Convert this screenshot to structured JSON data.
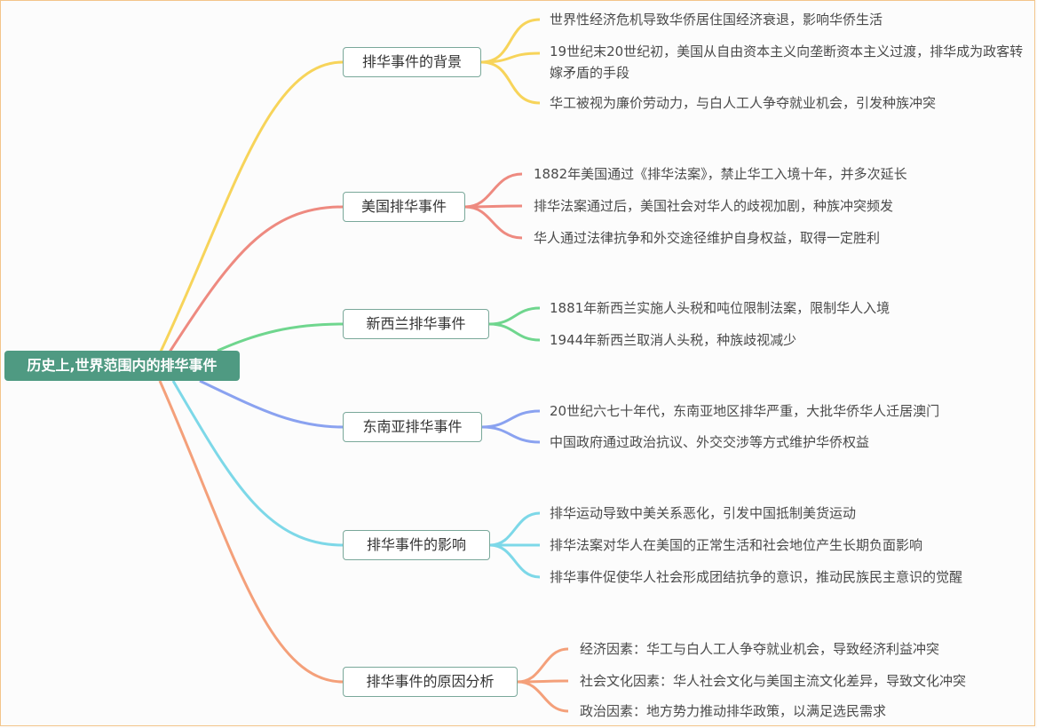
{
  "root": {
    "label": "历史上,世界范围内的排华事件"
  },
  "branches": [
    {
      "label": "排华事件的背景",
      "color": "#f7d45a",
      "items": [
        "世界性经济危机导致华侨居住国经济衰退，影响华侨生活",
        "19世纪末20世纪初，美国从自由资本主义向垄断资本主义过渡，排华成为政客转",
        "嫁矛盾的手段",
        "华工被视为廉价劳动力，与白人工人争夺就业机会，引发种族冲突"
      ]
    },
    {
      "label": "美国排华事件",
      "color": "#ee8a80",
      "items": [
        "1882年美国通过《排华法案》，禁止华工入境十年，并多次延长",
        "排华法案通过后，美国社会对华人的歧视加剧，种族冲突频发",
        "华人通过法律抗争和外交途径维护自身权益，取得一定胜利"
      ]
    },
    {
      "label": "新西兰排华事件",
      "color": "#6fd68e",
      "items": [
        "1881年新西兰实施人头税和吨位限制法案，限制华人入境",
        "1944年新西兰取消人头税，种族歧视减少"
      ]
    },
    {
      "label": "东南亚排华事件",
      "color": "#8aa2f0",
      "items": [
        "20世纪六七十年代，东南亚地区排华严重，大批华侨华人迁居澳门",
        "中国政府通过政治抗议、外交交涉等方式维护华侨权益"
      ]
    },
    {
      "label": "排华事件的影响",
      "color": "#7dd8e8",
      "items": [
        "排华运动导致中美关系恶化，引发中国抵制美货运动",
        "排华法案对华人在美国的正常生活和社会地位产生长期负面影响",
        "排华事件促使华人社会形成团结抗争的意识，推动民族民主意识的觉醒"
      ]
    },
    {
      "label": "排华事件的原因分析",
      "color": "#f4a07a",
      "items": [
        "经济因素：华工与白人工人争夺就业机会，导致经济利益冲突",
        "社会文化因素：华人社会文化与美国主流文化差异，导致文化冲突",
        "政治因素：地方势力推动排华政策，以满足选民需求"
      ]
    }
  ]
}
